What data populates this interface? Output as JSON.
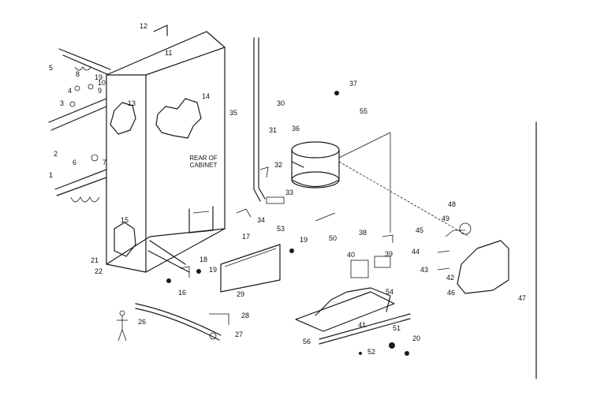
{
  "diagram": {
    "rear_note": "REAR OF CABINET",
    "callouts": [
      "1",
      "2",
      "3",
      "4",
      "5",
      "6",
      "7",
      "8",
      "9",
      "10",
      "11",
      "12",
      "13",
      "14",
      "15",
      "16",
      "17",
      "18",
      "19",
      "19",
      "19",
      "20",
      "21",
      "22",
      "26",
      "27",
      "28",
      "29",
      "30",
      "31",
      "32",
      "33",
      "34",
      "35",
      "36",
      "37",
      "38",
      "39",
      "40",
      "41",
      "42",
      "43",
      "44",
      "45",
      "46",
      "47",
      "48",
      "49",
      "50",
      "51",
      "52",
      "53",
      "54",
      "55",
      "56"
    ]
  }
}
